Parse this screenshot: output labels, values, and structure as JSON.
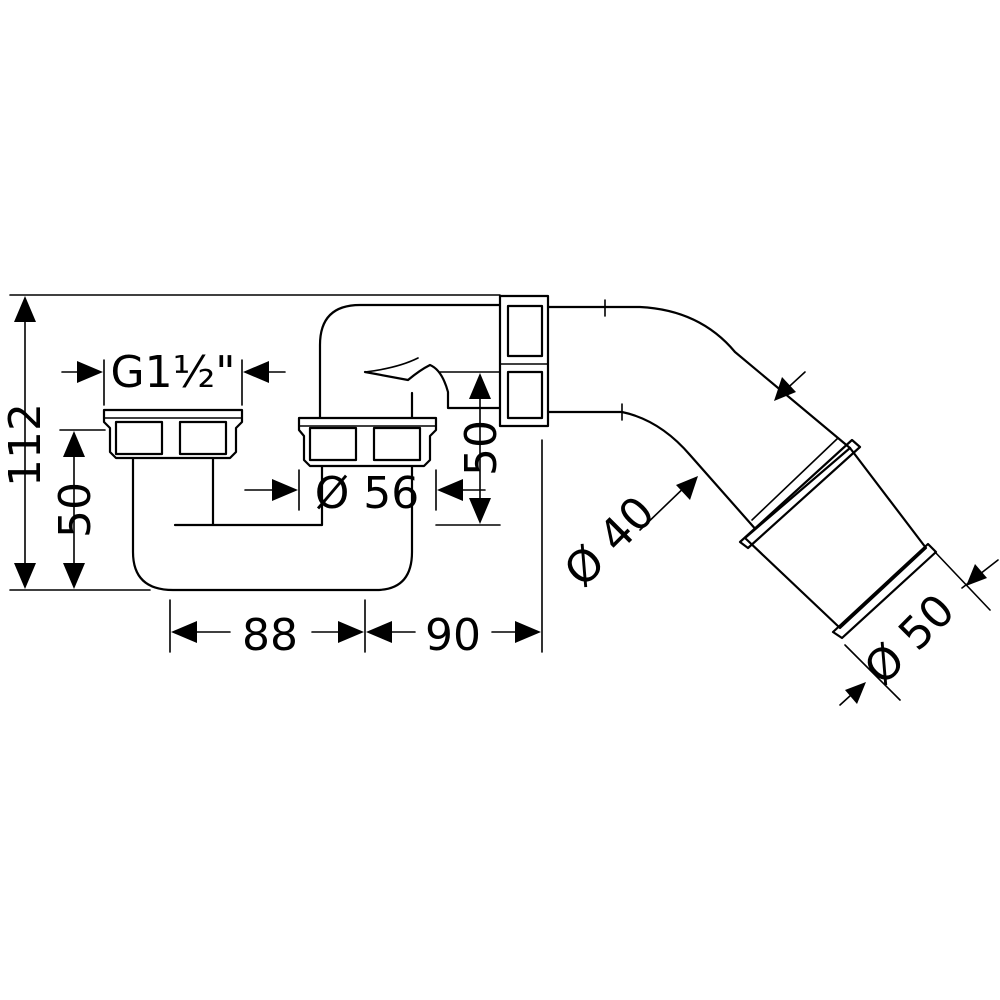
{
  "product": "bath waste trap with 45 degree drain elbow",
  "dimensions": {
    "overall_height": "112",
    "outlet_height": "50",
    "inlet_height": "50",
    "thread": "G1½\"",
    "inlet_diameter": "Ø 56",
    "spacing_left": "88",
    "spacing_right": "90",
    "pipe_diameter": "Ø 40",
    "outlet_diameter": "Ø 50"
  }
}
